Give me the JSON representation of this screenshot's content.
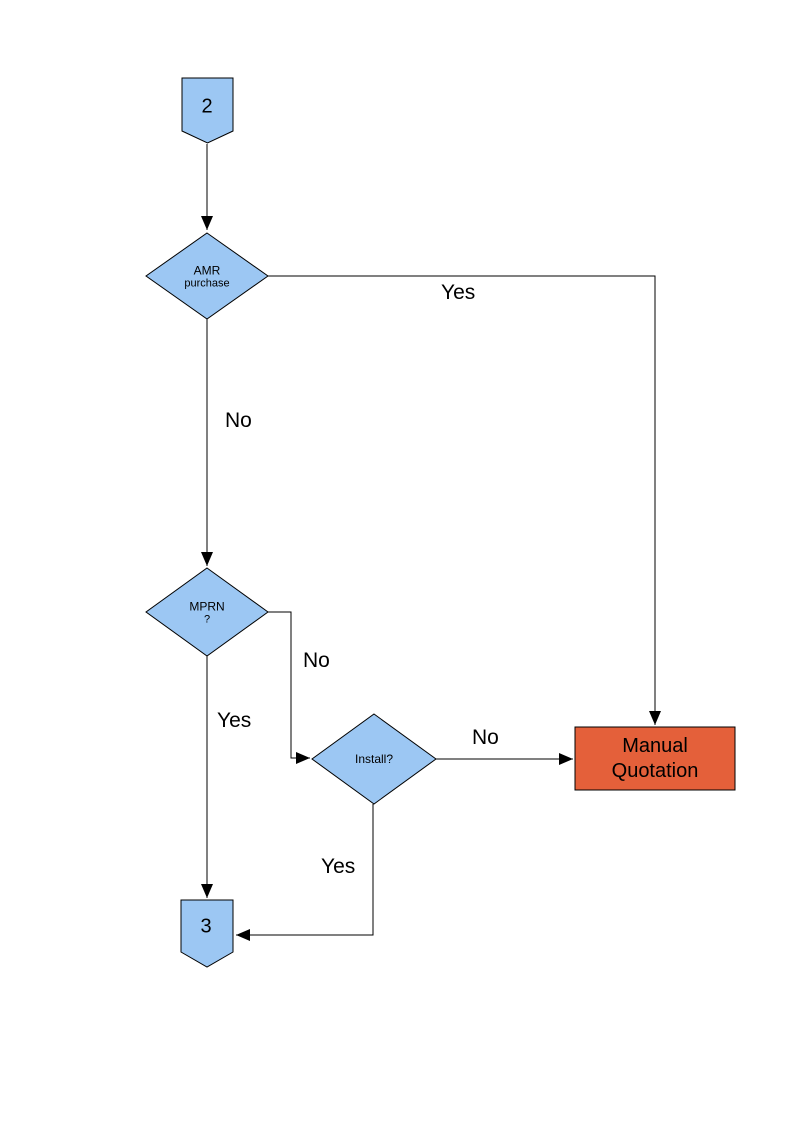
{
  "diagram": {
    "nodes": {
      "start_connector": {
        "shape": "off-page-connector",
        "label": "2"
      },
      "amr_decision": {
        "shape": "decision",
        "line1": "AMR",
        "line2": "purchase"
      },
      "mprn_decision": {
        "shape": "decision",
        "line1": "MPRN",
        "line2": "?"
      },
      "install_decision": {
        "shape": "decision",
        "label": "Install?"
      },
      "manual_quotation": {
        "shape": "process",
        "line1": "Manual",
        "line2": "Quotation"
      },
      "end_connector": {
        "shape": "off-page-connector",
        "label": "3"
      }
    },
    "edge_labels": {
      "amr_yes": "Yes",
      "amr_no": "No",
      "mprn_no": "No",
      "mprn_yes": "Yes",
      "install_no": "No",
      "install_yes": "Yes"
    },
    "colors": {
      "page_bg": "#FFFFFF",
      "node_fill": "#9CC7F3",
      "alert_fill": "#E4603A",
      "line": "#000000"
    }
  }
}
